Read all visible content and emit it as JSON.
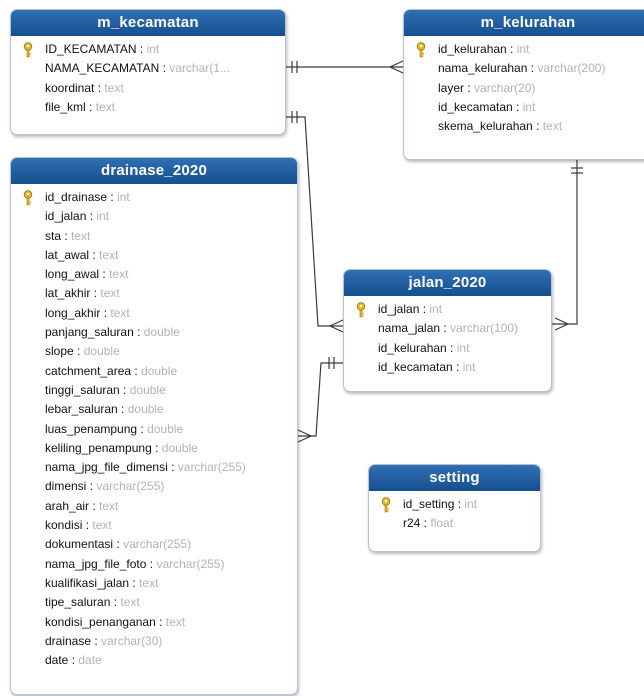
{
  "tables": {
    "m_kecamatan": {
      "title": "m_kecamatan",
      "columns": [
        {
          "name": "ID_KECAMATAN",
          "type": "int",
          "key": true
        },
        {
          "name": "NAMA_KECAMATAN",
          "type": "varchar(1..."
        },
        {
          "name": "koordinat",
          "type": "text"
        },
        {
          "name": "file_kml",
          "type": "text"
        }
      ]
    },
    "m_kelurahan": {
      "title": "m_kelurahan",
      "columns": [
        {
          "name": "id_kelurahan",
          "type": "int",
          "key": true
        },
        {
          "name": "nama_kelurahan",
          "type": "varchar(200)"
        },
        {
          "name": "layer",
          "type": "varchar(20)"
        },
        {
          "name": "id_kecamatan",
          "type": "int"
        },
        {
          "name": "skema_kelurahan",
          "type": "text"
        }
      ]
    },
    "drainase_2020": {
      "title": "drainase_2020",
      "columns": [
        {
          "name": "id_drainase",
          "type": "int",
          "key": true
        },
        {
          "name": "id_jalan",
          "type": "int"
        },
        {
          "name": "sta",
          "type": "text"
        },
        {
          "name": "lat_awal",
          "type": "text"
        },
        {
          "name": "long_awal",
          "type": "text"
        },
        {
          "name": "lat_akhir",
          "type": "text"
        },
        {
          "name": "long_akhir",
          "type": "text"
        },
        {
          "name": "panjang_saluran",
          "type": "double"
        },
        {
          "name": "slope",
          "type": "double"
        },
        {
          "name": "catchment_area",
          "type": "double"
        },
        {
          "name": "tinggi_saluran",
          "type": "double"
        },
        {
          "name": "lebar_saluran",
          "type": "double"
        },
        {
          "name": "luas_penampung",
          "type": "double"
        },
        {
          "name": "keliling_penampung",
          "type": "double"
        },
        {
          "name": "nama_jpg_file_dimensi",
          "type": "varchar(255)"
        },
        {
          "name": "dimensi",
          "type": "varchar(255)"
        },
        {
          "name": "arah_air",
          "type": "text"
        },
        {
          "name": "kondisi",
          "type": "text"
        },
        {
          "name": "dokumentasi",
          "type": "varchar(255)"
        },
        {
          "name": "nama_jpg_file_foto",
          "type": "varchar(255)"
        },
        {
          "name": "kualifikasi_jalan",
          "type": "text"
        },
        {
          "name": "tipe_saluran",
          "type": "text"
        },
        {
          "name": "kondisi_penanganan",
          "type": "text"
        },
        {
          "name": "drainase",
          "type": "varchar(30)"
        },
        {
          "name": "date",
          "type": "date"
        }
      ]
    },
    "jalan_2020": {
      "title": "jalan_2020",
      "columns": [
        {
          "name": "id_jalan",
          "type": "int",
          "key": true
        },
        {
          "name": "nama_jalan",
          "type": "varchar(100)"
        },
        {
          "name": "id_kelurahan",
          "type": "int"
        },
        {
          "name": "id_kecamatan",
          "type": "int"
        }
      ]
    },
    "setting": {
      "title": "setting",
      "columns": [
        {
          "name": "id_setting",
          "type": "int",
          "key": true
        },
        {
          "name": "r24",
          "type": "float"
        }
      ]
    }
  },
  "colors": {
    "header": "#1f5fa3",
    "type_text": "#b3b3b3",
    "key_icon": "#e8b923"
  }
}
